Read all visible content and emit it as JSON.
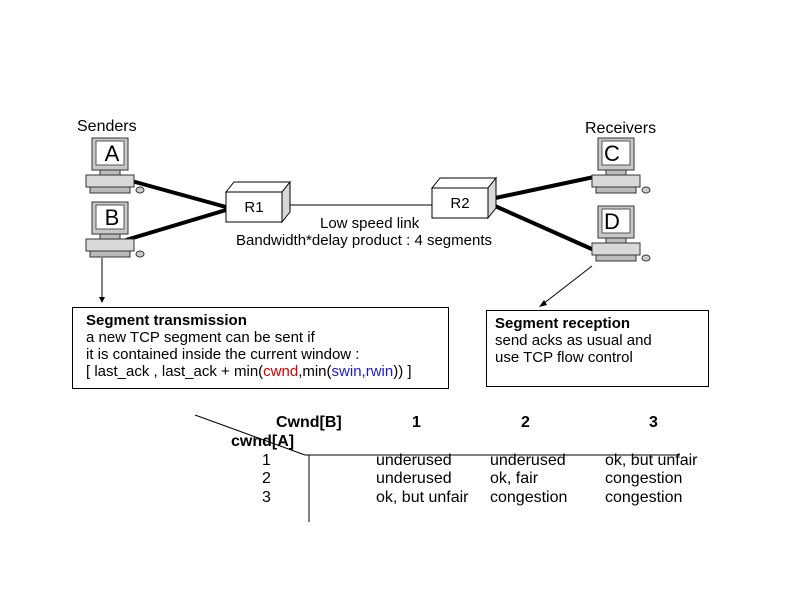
{
  "labels": {
    "senders": "Senders",
    "receivers": "Receivers",
    "hosts": {
      "a": "A",
      "b": "B",
      "c": "C",
      "d": "D"
    },
    "routers": {
      "r1": "R1",
      "r2": "R2"
    },
    "link_line1": "Low speed link",
    "link_line2": "Bandwidth*delay product : 4 segments"
  },
  "transmission_box": {
    "title": "Segment transmission",
    "line1": "a new TCP segment can be sent if",
    "line2": "it is contained inside the current window :",
    "formula": {
      "p1": "[ last_ack , last_ack + min(",
      "cwnd": "cwnd",
      "p2": ",min(",
      "swin": "swin",
      "comma": ",",
      "rwin": "rwin",
      "p3": ")) ]"
    }
  },
  "reception_box": {
    "title": "Segment reception",
    "line1": "send acks as usual and",
    "line2": "use TCP flow control"
  },
  "table": {
    "col_header": "Cwnd[B]",
    "row_header": "cwnd[A]",
    "columns": [
      "1",
      "2",
      "3"
    ],
    "rows": [
      {
        "label": "1",
        "cells": [
          "underused",
          "underused",
          "ok, but unfair"
        ]
      },
      {
        "label": "2",
        "cells": [
          "underused",
          "ok, fair",
          "congestion"
        ]
      },
      {
        "label": "3",
        "cells": [
          "ok, but unfair",
          "congestion",
          "congestion"
        ]
      }
    ]
  },
  "colors": {
    "cwnd": "#e10000",
    "swin_rwin": "#1a1ad8"
  }
}
